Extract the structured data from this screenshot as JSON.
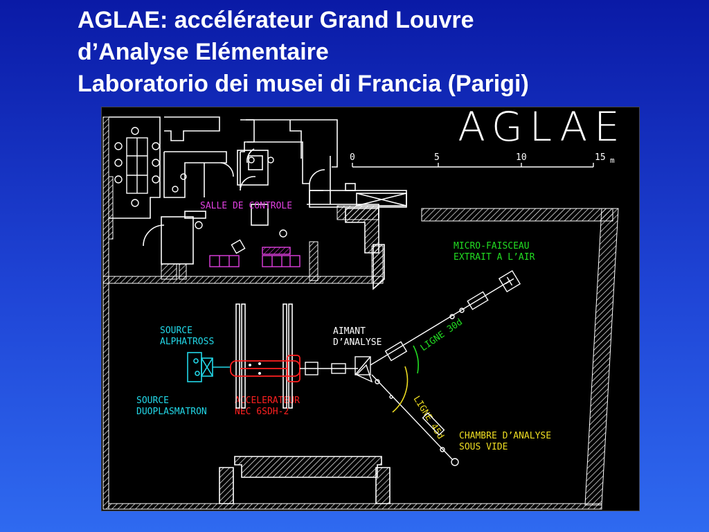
{
  "slide": {
    "title_lines": [
      "AGLAE: accélérateur Grand Louvre",
      "d’Analyse Elémentaire",
      "Laboratorio dei musei di Francia (Parigi)"
    ]
  },
  "plan": {
    "heading": "AGLAE",
    "scale": {
      "ticks": [
        "0",
        "5",
        "10",
        "15"
      ],
      "unit": "m"
    },
    "labels": {
      "control_room": "SALLE DE CONTROLE",
      "microbeam_1": "MICRO-FAISCEAU",
      "microbeam_2": "EXTRAIT A L’AIR",
      "alphatross_1": "SOURCE",
      "alphatross_2": "ALPHATROSS",
      "duoplasmatron_1": "SOURCE",
      "duoplasmatron_2": "DUOPLASMATRON",
      "accelerator_1": "ACCELERATEUR",
      "accelerator_2": "NEC 6SDH-2",
      "magnet_1": "AIMANT",
      "magnet_2": "D’ANALYSE",
      "line_30": "LIGNE 30d",
      "line_45": "LIGNE 45d",
      "chamber_1": "CHAMBRE D’ANALYSE",
      "chamber_2": "SOUS VIDE"
    },
    "colors": {
      "walls": "#ffffff",
      "control_room": "#e040e0",
      "beamline_green": "#22dd22",
      "source_cyan": "#22d8e8",
      "accelerator_red": "#ff2020",
      "chamber_yellow": "#eedd22"
    }
  }
}
